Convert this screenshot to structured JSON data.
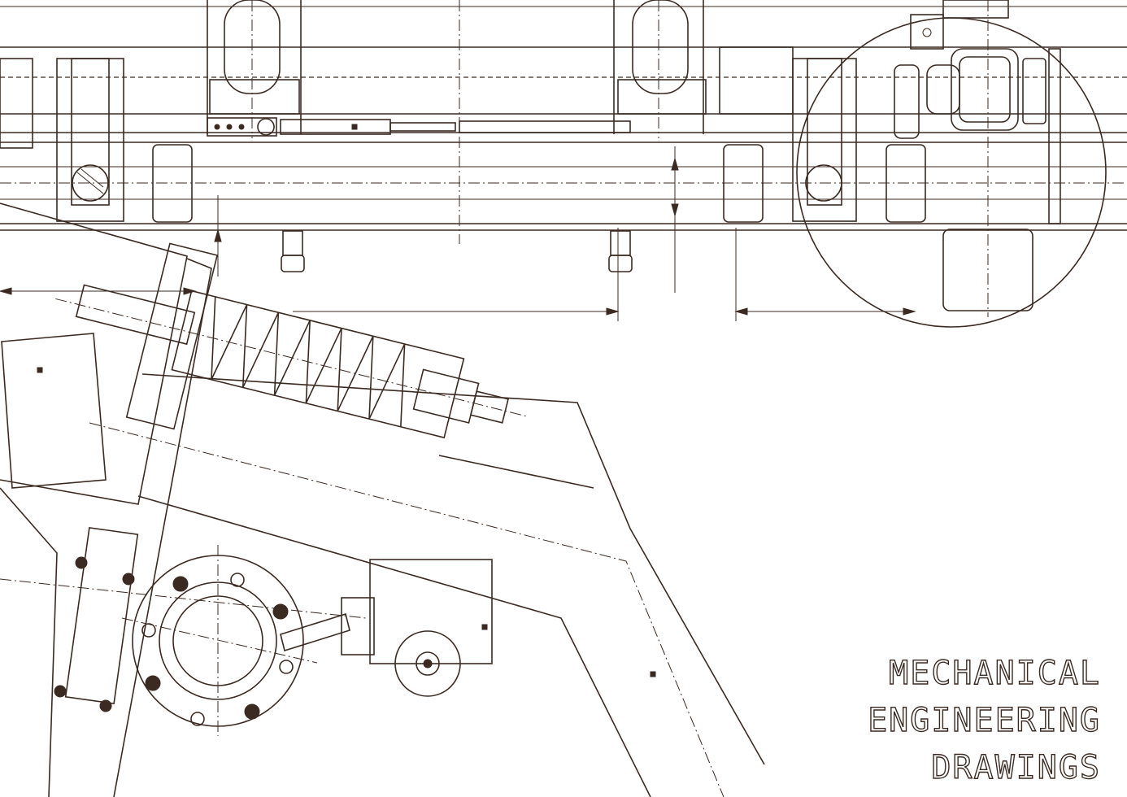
{
  "caption": {
    "line1": "MECHANICAL",
    "line2": "ENGINEERING",
    "line3": "DRAWINGS"
  },
  "colors": {
    "background": "#ffffff",
    "ink": "#3b2a22"
  }
}
